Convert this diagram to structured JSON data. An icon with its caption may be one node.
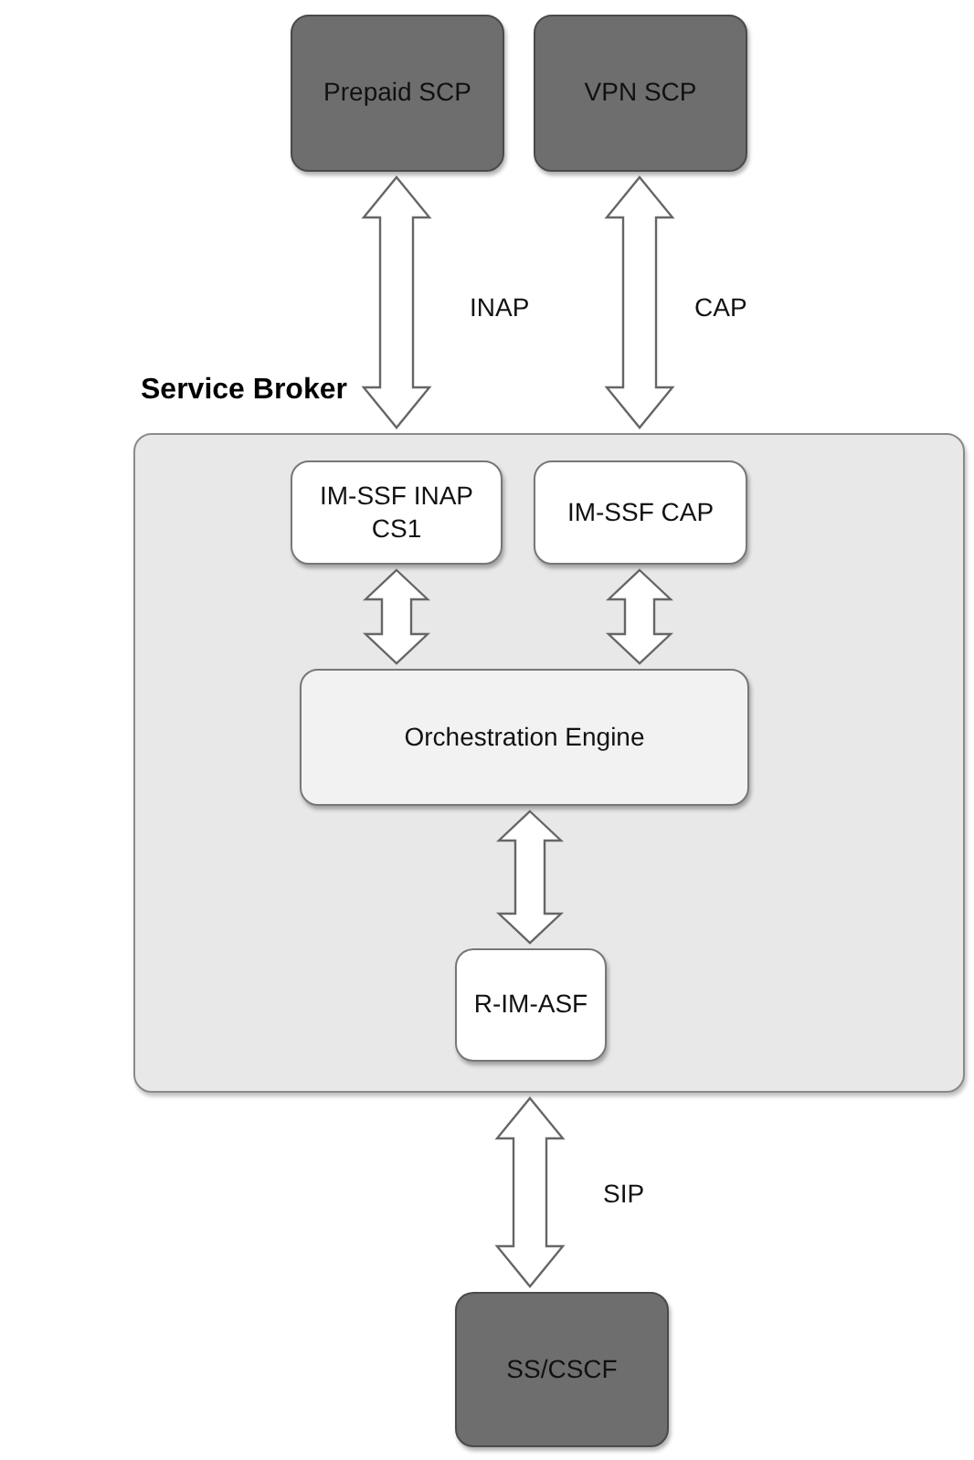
{
  "diagram": {
    "nodes": [
      {
        "text": [
          "Prepaid SCP"
        ]
      },
      {
        "text": [
          "VPN SCP"
        ]
      },
      {
        "text": [
          "Service Broker"
        ]
      },
      {
        "text": [
          "IM-SSF INAP CS1"
        ],
        "in": 2
      },
      {
        "text": [
          "IM-SSF CAP"
        ],
        "in": 2
      },
      {
        "text": [
          "Orchestration Engine"
        ],
        "in": 2
      },
      {
        "text": [
          "R-IM-ASF"
        ],
        "in": 2
      },
      {
        "text": [
          "SS/CSCF"
        ]
      }
    ],
    "edges": [
      {
        "from": 0,
        "to": 2,
        "arrow": "both",
        "label": "INAP"
      },
      {
        "from": 1,
        "to": 2,
        "arrow": "both",
        "label": "CAP"
      },
      {
        "from": 3,
        "to": 5,
        "arrow": "both"
      },
      {
        "from": 4,
        "to": 5,
        "arrow": "both"
      },
      {
        "from": 5,
        "to": 6,
        "arrow": "both"
      },
      {
        "from": 2,
        "to": 7,
        "arrow": "both",
        "label": "SIP"
      }
    ]
  }
}
